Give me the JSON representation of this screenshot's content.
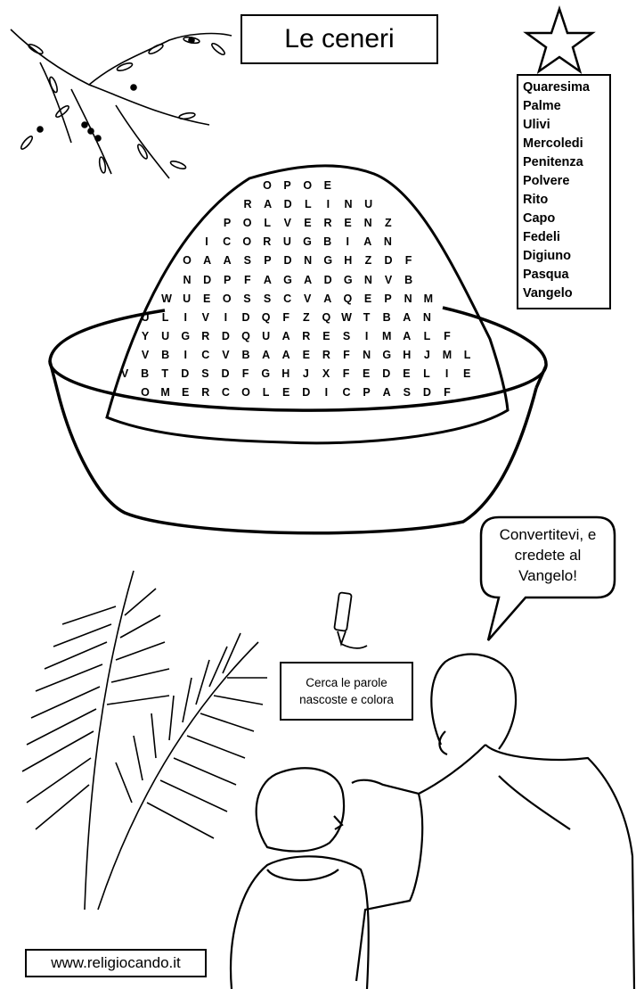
{
  "title": "Le ceneri",
  "word_list": [
    "Quaresima",
    "Palme",
    "Ulivi",
    "Mercoledi",
    "Penitenza",
    "Polvere",
    "Rito",
    "Capo",
    "Fedeli",
    "Digiuno",
    "Pasqua",
    "Vangelo"
  ],
  "grid_rows": [
    "OPOE",
    "RADLINU",
    "POLVERENZ",
    "ICORUGBIAN",
    "OAASPDNGHZDF",
    "NDPFAGADGNVB",
    "WUEOSSCVAQEPNM",
    "ULIVIDQFZQWTBAN",
    "YUGRDQUARESIMALF",
    "VBICVBAAERFNGHJML",
    "VBTDSDFGHJXFEDELIE",
    "OMERCOLEDICPASDF"
  ],
  "speech_bubble": [
    "Convertitevi, e",
    "credete al",
    "Vangelo!"
  ],
  "instruction": [
    "Cerca le parole",
    "nascoste e colora"
  ],
  "website": "www.religiocando.it",
  "icons": [
    "star-icon",
    "olive-branch-icon",
    "palm-leaves-icon",
    "crayon-icon",
    "bowl-icon"
  ]
}
